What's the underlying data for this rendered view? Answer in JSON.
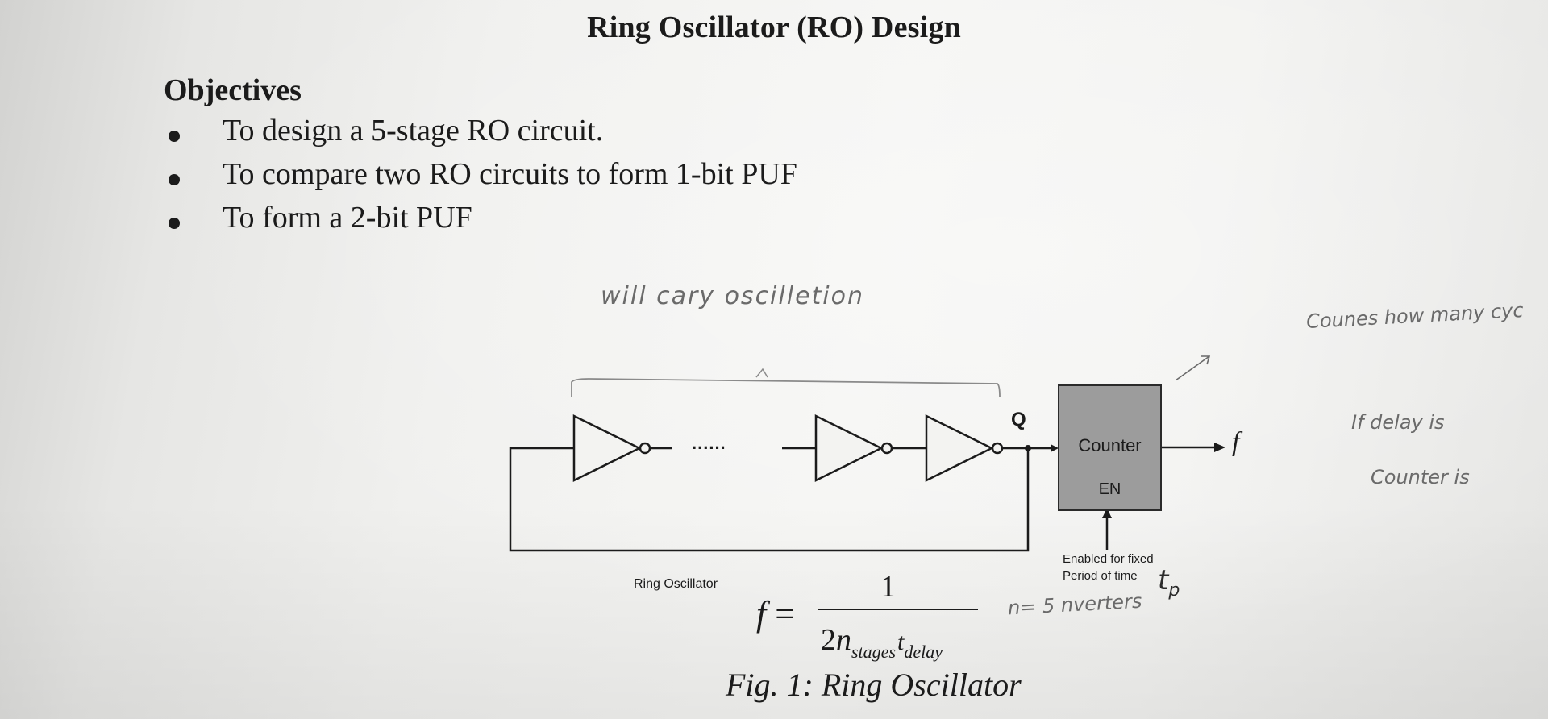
{
  "title": "Ring Oscillator (RO) Design",
  "objectives": {
    "heading": "Objectives",
    "items": [
      "To design a 5-stage RO circuit.",
      "To compare two RO circuits to form 1-bit PUF",
      "To form a 2-bit PUF"
    ]
  },
  "diagram": {
    "dots": "......",
    "q_label": "Q",
    "counter_label": "Counter",
    "en_label": "EN",
    "output_label": "f",
    "enable_note_line1": "Enabled for fixed",
    "enable_note_line2": "Period of time",
    "ring_label": "Ring Oscillator"
  },
  "formula": {
    "lhs": "f",
    "equals": "=",
    "numerator": "1",
    "den_coef": "2",
    "den_n": "n",
    "den_n_sub": "stages",
    "den_t": "t",
    "den_t_sub": "delay"
  },
  "handwritten": {
    "top_note": "will cary oscilletion",
    "right_note": "Counes how many cyc",
    "far_right_1": "If delay is ",
    "far_right_2": "Counter is",
    "tp": "t",
    "tp_sub": "p",
    "n_note": "n= 5 nverters"
  },
  "caption": "Fig. 1: Ring Oscillator",
  "colors": {
    "ink": "#1b1b1b",
    "counter_fill": "#9c9c9c",
    "pencil": "#6a6a6a"
  }
}
